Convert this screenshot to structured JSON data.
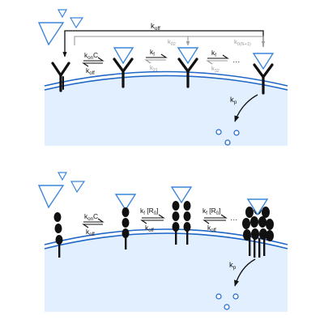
{
  "colors": {
    "cell_fill": "#e2efff",
    "membrane": "#1f66c6",
    "ligand": "#3a86d9",
    "receptor": "#111111",
    "faded": "#9a9a9a"
  },
  "top_panel": {
    "k_off_loop_label": "k",
    "k_off_loop_sub": "off",
    "k02_label": "k",
    "k02_sub": "02",
    "k0n1_label": "k",
    "k0n1_sub": "0(N+1)",
    "kon_label": "k",
    "kon_sub": "on",
    "kon_suffix": "C",
    "koff_label": "k",
    "koff_sub": "off",
    "kf1_label": "k",
    "kf1_sub": "f",
    "k21_label": "k",
    "k21_sub": "21",
    "kf2_label": "k",
    "kf2_sub": "f",
    "k32_label": "k",
    "k32_sub": "32",
    "ellipsis": "…",
    "kp_label": "k",
    "kp_sub": "p"
  },
  "bottom_panel": {
    "kon_label": "k",
    "kon_sub": "on",
    "kon_suffix": "C",
    "koff1_label": "k",
    "koff1_sub": "off",
    "kf1_label": "k",
    "kf1_sub": "f",
    "kf1_suffix": " [R",
    "kf1_suffix_sub": "0",
    "kf1_close": "]",
    "koff2_label": "k",
    "koff2_sub": "off",
    "kf2_label": "k",
    "kf2_sub": "f",
    "kf2_suffix": " [R",
    "kf2_suffix_sub": "0",
    "kf2_close": "]",
    "koff3_label": "k",
    "koff3_sub": "off",
    "ellipsis": "…",
    "kp_label": "k",
    "kp_sub": "p"
  }
}
